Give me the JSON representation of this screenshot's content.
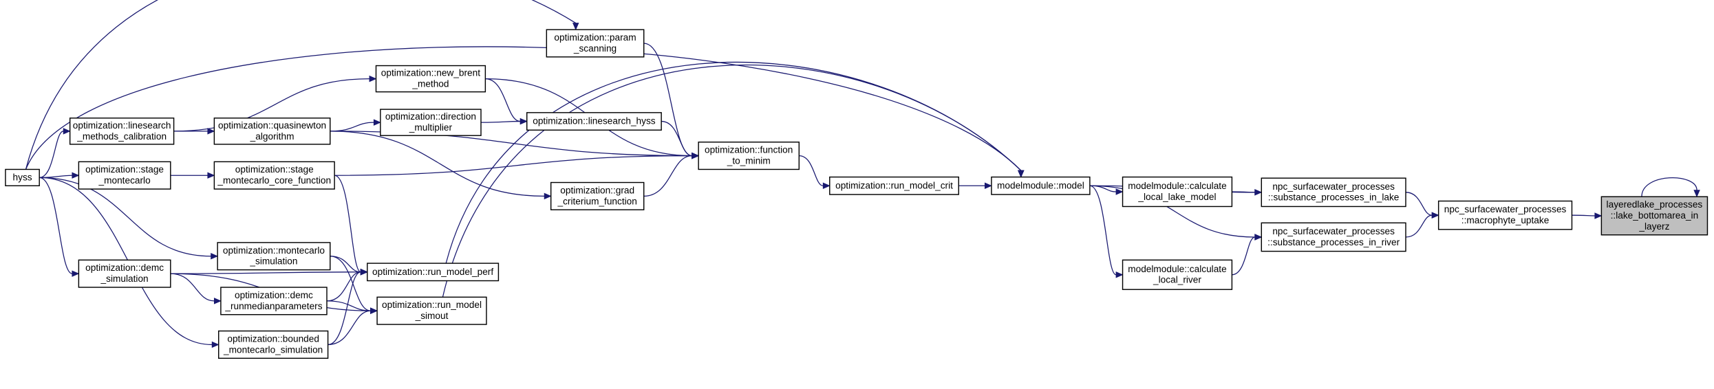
{
  "graph": {
    "type": "caller-graph",
    "colors": {
      "edge": "#191970",
      "node_border": "#000000",
      "node_fill": "#ffffff",
      "current_node_fill": "#bfbfbf"
    },
    "nodes": [
      {
        "id": "hyss",
        "lines": [
          "hyss"
        ]
      },
      {
        "id": "ls_calib",
        "lines": [
          "optimization::linesearch",
          "_methods_calibration"
        ]
      },
      {
        "id": "quasinewton",
        "lines": [
          "optimization::quasinewton",
          "_algorithm"
        ]
      },
      {
        "id": "new_brent",
        "lines": [
          "optimization::new_brent",
          "_method"
        ]
      },
      {
        "id": "dir_mult",
        "lines": [
          "optimization::direction",
          "_multiplier"
        ]
      },
      {
        "id": "ls_hyss",
        "lines": [
          "optimization::linesearch_hyss"
        ]
      },
      {
        "id": "param_scan",
        "lines": [
          "optimization::param",
          "_scanning"
        ]
      },
      {
        "id": "func_min",
        "lines": [
          "optimization::function",
          "_to_minim"
        ]
      },
      {
        "id": "run_crit",
        "lines": [
          "optimization::run_model_crit"
        ]
      },
      {
        "id": "stage_mc",
        "lines": [
          "optimization::stage",
          "_montecarlo"
        ]
      },
      {
        "id": "stage_core",
        "lines": [
          "optimization::stage",
          "_montecarlo_core_function"
        ]
      },
      {
        "id": "grad",
        "lines": [
          "optimization::grad",
          "_criterium_function"
        ]
      },
      {
        "id": "mc_sim",
        "lines": [
          "optimization::montecarlo",
          "_simulation"
        ]
      },
      {
        "id": "run_perf",
        "lines": [
          "optimization::run_model_perf"
        ]
      },
      {
        "id": "demc_sim",
        "lines": [
          "optimization::demc",
          "_simulation"
        ]
      },
      {
        "id": "demc_run",
        "lines": [
          "optimization::demc",
          "_runmedianparameters"
        ]
      },
      {
        "id": "run_simout",
        "lines": [
          "optimization::run_model",
          "_simout"
        ]
      },
      {
        "id": "bounded",
        "lines": [
          "optimization::bounded",
          "_montecarlo_simulation"
        ]
      },
      {
        "id": "model",
        "lines": [
          "modelmodule::model"
        ]
      },
      {
        "id": "calc_lake",
        "lines": [
          "modelmodule::calculate",
          "_local_lake_model"
        ]
      },
      {
        "id": "subst_lake",
        "lines": [
          "npc_surfacewater_processes",
          "::substance_processes_in_lake"
        ]
      },
      {
        "id": "calc_river",
        "lines": [
          "modelmodule::calculate",
          "_local_river"
        ]
      },
      {
        "id": "subst_river",
        "lines": [
          "npc_surfacewater_processes",
          "::substance_processes_in_river"
        ]
      },
      {
        "id": "macro",
        "lines": [
          "npc_surfacewater_processes",
          "::macrophyte_uptake"
        ]
      },
      {
        "id": "layerz",
        "lines": [
          "layeredlake_processes",
          "::lake_bottomarea_in",
          "_layerz"
        ],
        "current": true
      }
    ],
    "edges": [
      [
        "hyss",
        "ls_calib"
      ],
      [
        "hyss",
        "stage_mc"
      ],
      [
        "hyss",
        "demc_sim"
      ],
      [
        "hyss",
        "mc_sim"
      ],
      [
        "hyss",
        "bounded"
      ],
      [
        "hyss",
        "param_scan"
      ],
      [
        "hyss",
        "model"
      ],
      [
        "ls_calib",
        "quasinewton"
      ],
      [
        "ls_calib",
        "new_brent"
      ],
      [
        "quasinewton",
        "dir_mult"
      ],
      [
        "quasinewton",
        "func_min"
      ],
      [
        "quasinewton",
        "grad"
      ],
      [
        "dir_mult",
        "ls_hyss"
      ],
      [
        "new_brent",
        "ls_hyss"
      ],
      [
        "new_brent",
        "func_min"
      ],
      [
        "ls_hyss",
        "func_min"
      ],
      [
        "param_scan",
        "func_min"
      ],
      [
        "grad",
        "func_min"
      ],
      [
        "stage_mc",
        "stage_core"
      ],
      [
        "stage_core",
        "func_min"
      ],
      [
        "stage_core",
        "run_perf"
      ],
      [
        "func_min",
        "run_crit"
      ],
      [
        "run_crit",
        "model"
      ],
      [
        "mc_sim",
        "run_perf"
      ],
      [
        "mc_sim",
        "run_simout"
      ],
      [
        "demc_sim",
        "demc_run"
      ],
      [
        "demc_sim",
        "run_perf"
      ],
      [
        "demc_sim",
        "run_simout"
      ],
      [
        "demc_run",
        "run_perf"
      ],
      [
        "demc_run",
        "run_simout"
      ],
      [
        "bounded",
        "run_perf"
      ],
      [
        "bounded",
        "run_simout"
      ],
      [
        "run_perf",
        "model"
      ],
      [
        "run_simout",
        "model"
      ],
      [
        "model",
        "calc_lake"
      ],
      [
        "model",
        "subst_lake"
      ],
      [
        "model",
        "subst_river"
      ],
      [
        "model",
        "calc_river"
      ],
      [
        "calc_lake",
        "subst_lake"
      ],
      [
        "calc_river",
        "subst_river"
      ],
      [
        "subst_lake",
        "macro"
      ],
      [
        "subst_river",
        "macro"
      ],
      [
        "macro",
        "layerz"
      ],
      [
        "layerz",
        "layerz"
      ]
    ]
  }
}
